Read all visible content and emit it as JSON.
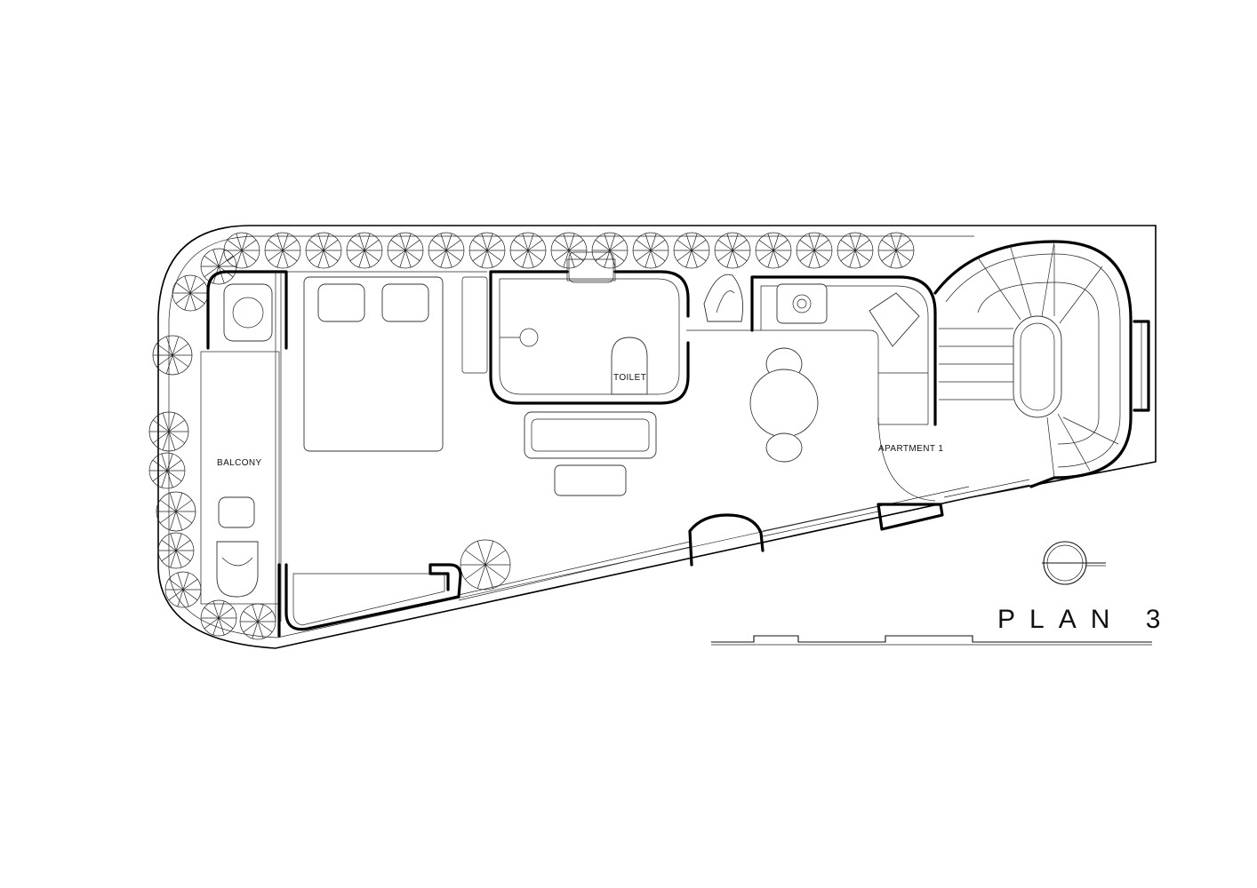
{
  "plan": {
    "title": "PLAN 3",
    "rooms": {
      "balcony": "BALCONY",
      "toilet": "TOILET",
      "apartment": "APARTMENT 1"
    }
  },
  "colors": {
    "line": "#111111",
    "background": "#ffffff"
  }
}
